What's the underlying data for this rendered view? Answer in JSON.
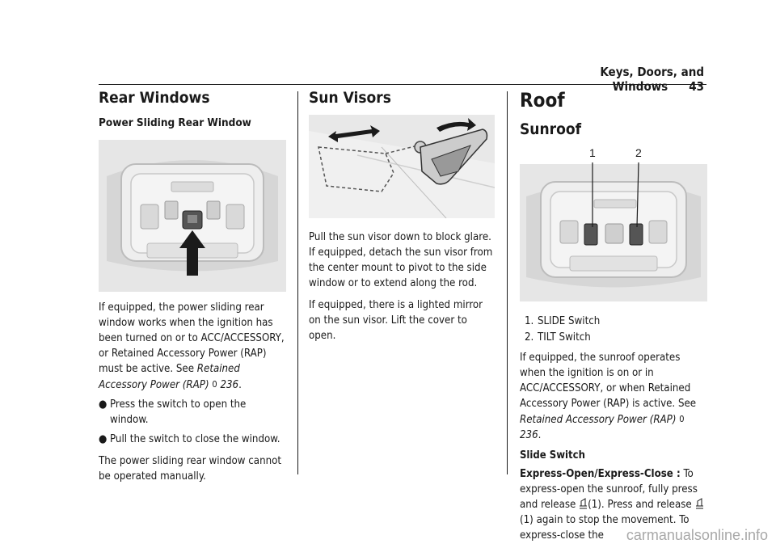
{
  "header": {
    "section": "Keys, Doors, and Windows",
    "page_number": "43"
  },
  "col1": {
    "title": "Rear Windows",
    "subtitle": "Power Sliding Rear Window",
    "para1_a": "If equipped, the power sliding rear window works when the ignition has been turned on or to ACC/ACCESSORY, or Retained Accessory Power (RAP) must be active. See ",
    "para1_ref": "Retained Accessory Power (RAP)",
    "ref_icon": "0",
    "para1_page": "236",
    "para1_end": ".",
    "bullets": [
      "Press the switch to open the window.",
      "Pull the switch to close the window."
    ],
    "bullet_glyph": "●",
    "para2": "The power sliding rear window cannot be operated manually."
  },
  "col2": {
    "title": "Sun Visors",
    "para1": "Pull the sun visor down to block glare. If equipped, detach the sun visor from the center mount to pivot to the side window or to extend along the rod.",
    "para2": "If equipped, there is a lighted mirror on the sun visor. Lift the cover to open."
  },
  "col3": {
    "title": "Roof",
    "subtitle": "Sunroof",
    "callout_1": "1",
    "callout_2": "2",
    "list": [
      {
        "n": "1.",
        "text": "SLIDE Switch"
      },
      {
        "n": "2.",
        "text": "TILT Switch"
      }
    ],
    "para1_a": "If equipped, the sunroof operates when the ignition is on or in ACC/ACCESSORY, or when Retained Accessory Power (RAP) is active. See ",
    "para1_ref": "Retained Accessory Power (RAP)",
    "ref_icon": "0",
    "para1_page": "236",
    "para1_end": ".",
    "slide_heading": "Slide Switch",
    "express_label": "Express-Open/Express-Close :",
    "express_a": " To express-open the sunroof, fully press and release ",
    "ref_1a": "(1). Press and release ",
    "ref_1b": "(1) again to stop the movement. To express-close the"
  },
  "watermark": "carmanualsonline.info"
}
